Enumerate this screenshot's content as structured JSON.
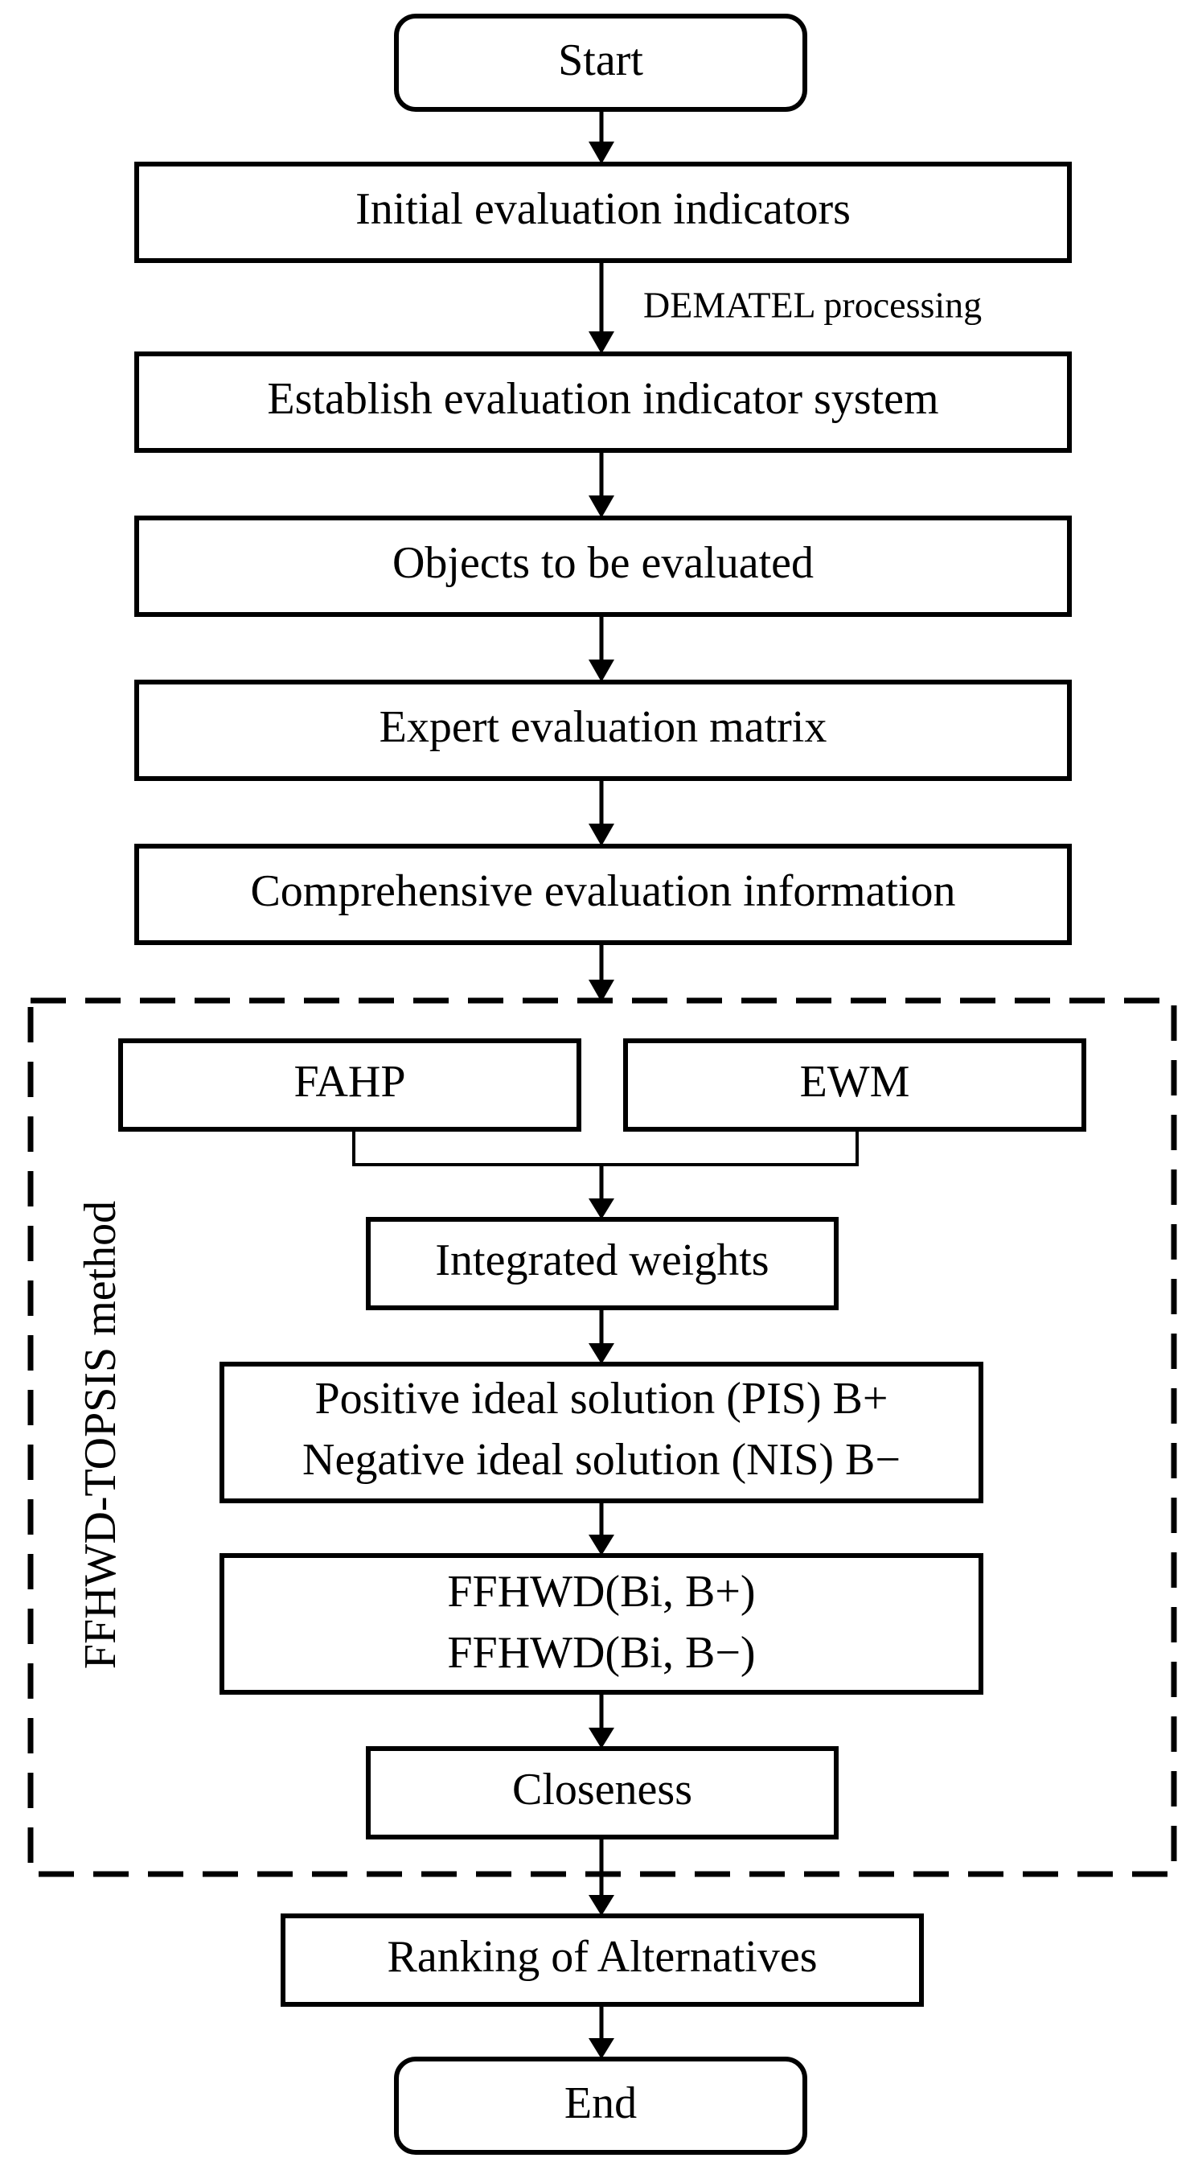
{
  "flowchart": {
    "start": "Start",
    "end": "End",
    "steps": {
      "initial_indicators": "Initial evaluation indicators",
      "dematel_label": "DEMATEL processing",
      "indicator_system": "Establish evaluation indicator system",
      "objects": "Objects to be evaluated",
      "expert_matrix": "Expert evaluation matrix",
      "comprehensive_info": "Comprehensive evaluation information",
      "ranking": "Ranking of Alternatives"
    },
    "method_group": {
      "label": "FFHWD-TOPSIS method",
      "fahp": "FAHP",
      "ewm": "EWM",
      "integrated_weights": "Integrated weights",
      "pis": "Positive ideal solution (PIS) B+",
      "nis": "Negative ideal solution (NIS) B−",
      "ffhwd_pos": "FFHWD(Bi, B+)",
      "ffhwd_neg": "FFHWD(Bi, B−)",
      "closeness": "Closeness"
    }
  }
}
